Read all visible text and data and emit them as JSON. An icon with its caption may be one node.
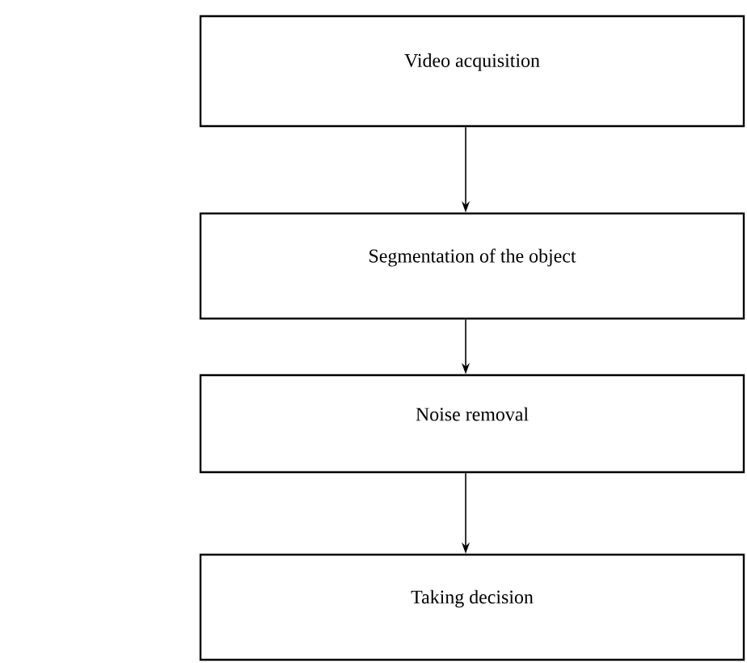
{
  "diagram": {
    "nodes": [
      {
        "text": [
          "Video acquisition"
        ]
      },
      {
        "text": [
          "Segmentation of the object"
        ]
      },
      {
        "text": [
          "Noise removal"
        ]
      },
      {
        "text": [
          "Taking decision"
        ]
      }
    ],
    "edges": [
      {
        "from": 0,
        "to": 1,
        "arrow": "to"
      },
      {
        "from": 1,
        "to": 2,
        "arrow": "to"
      },
      {
        "from": 2,
        "to": 3,
        "arrow": "to"
      }
    ]
  }
}
